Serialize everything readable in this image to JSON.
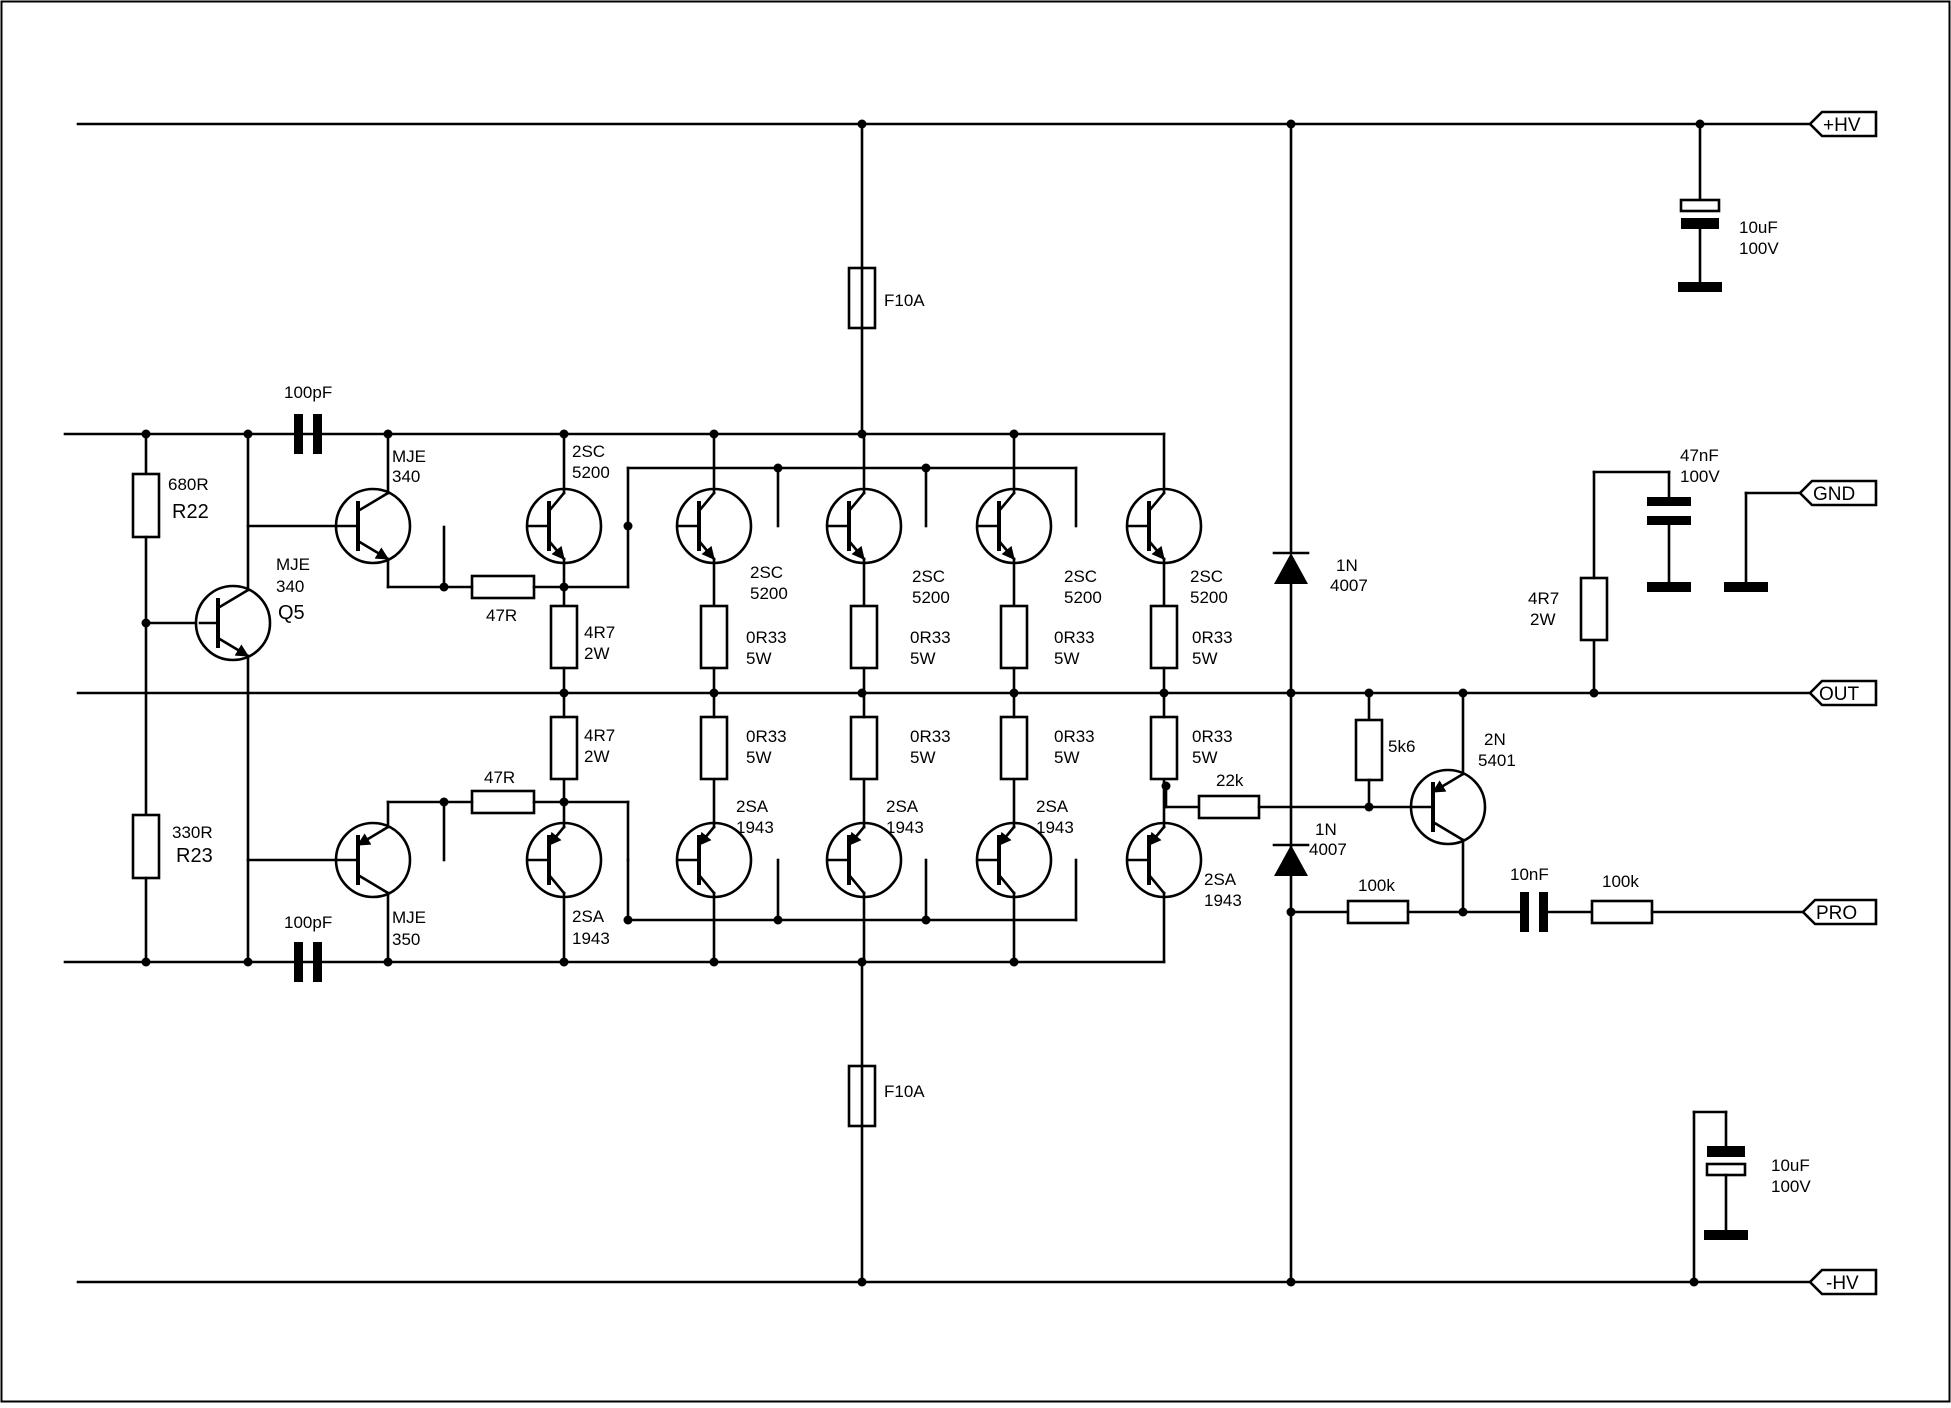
{
  "ports": {
    "hv_pos": "+HV",
    "gnd": "GND",
    "out": "OUT",
    "pro": "PRO",
    "hv_neg": "-HV"
  },
  "fuses": {
    "top": "F10A",
    "bottom": "F10A"
  },
  "driver": {
    "q5_type": [
      "MJE",
      "340"
    ],
    "q5_ref": "Q5",
    "r22_value": "680R",
    "r22_ref": "R22",
    "r23_value": "330R",
    "r23_ref": "R23",
    "c_top": "100pF",
    "c_bottom": "100pF",
    "q_top": [
      "MJE",
      "340"
    ],
    "q_bottom": [
      "MJE",
      "350"
    ],
    "r_top": "47R",
    "r_bottom": "47R"
  },
  "npn_outputs": [
    {
      "type": [
        "2SC",
        "5200"
      ],
      "emitter_res": [
        "4R7",
        "2W"
      ]
    },
    {
      "type": [
        "2SC",
        "5200"
      ],
      "emitter_res": [
        "0R33",
        "5W"
      ]
    },
    {
      "type": [
        "2SC",
        "5200"
      ],
      "emitter_res": [
        "0R33",
        "5W"
      ]
    },
    {
      "type": [
        "2SC",
        "5200"
      ],
      "emitter_res": [
        "0R33",
        "5W"
      ]
    },
    {
      "type": [
        "2SC",
        "5200"
      ],
      "emitter_res": [
        "0R33",
        "5W"
      ]
    }
  ],
  "pnp_outputs": [
    {
      "type": [
        "2SA",
        "1943"
      ],
      "emitter_res": [
        "4R7",
        "2W"
      ]
    },
    {
      "type": [
        "2SA",
        "1943"
      ],
      "emitter_res": [
        "0R33",
        "5W"
      ]
    },
    {
      "type": [
        "2SA",
        "1943"
      ],
      "emitter_res": [
        "0R33",
        "5W"
      ]
    },
    {
      "type": [
        "2SA",
        "1943"
      ],
      "emitter_res": [
        "0R33",
        "5W"
      ]
    },
    {
      "type": [
        "2SA",
        "1943"
      ],
      "emitter_res": [
        "0R33",
        "5W"
      ]
    }
  ],
  "protection": {
    "diode_top": [
      "1N",
      "4007"
    ],
    "diode_bottom": [
      "1N",
      "4007"
    ],
    "r_base": "22k",
    "r_pullup": "5k6",
    "transistor": [
      "2N",
      "5401"
    ],
    "r_in1": "100k",
    "c_in": "10nF",
    "r_in2": "100k"
  },
  "zobel": {
    "resistor": [
      "4R7",
      "2W"
    ],
    "capacitor": [
      "47nF",
      "100V"
    ]
  },
  "supply_caps": {
    "top": [
      "10uF",
      "100V"
    ],
    "bottom": [
      "10uF",
      "100V"
    ]
  }
}
